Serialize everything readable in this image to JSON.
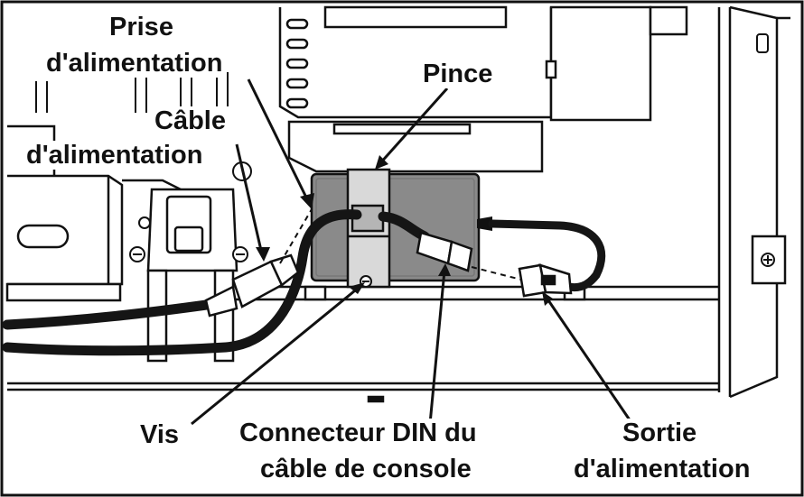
{
  "colors": {
    "outline": "#111111",
    "gray_box": "#8a8a8a",
    "light_gray": "#d9d9d9",
    "mid_gray": "#b5b5b5",
    "cable": "#151515",
    "background": "#ffffff"
  },
  "labels": {
    "prise_line1": "Prise",
    "prise_line2": "d'alimentation",
    "pince": "Pince",
    "cable_line1": "Câble",
    "cable_line2": "d'alimentation",
    "vis": "Vis",
    "din_line1": "Connecteur DIN du",
    "din_line2": "câble de console",
    "sortie_line1": "Sortie",
    "sortie_line2": "d'alimentation"
  }
}
